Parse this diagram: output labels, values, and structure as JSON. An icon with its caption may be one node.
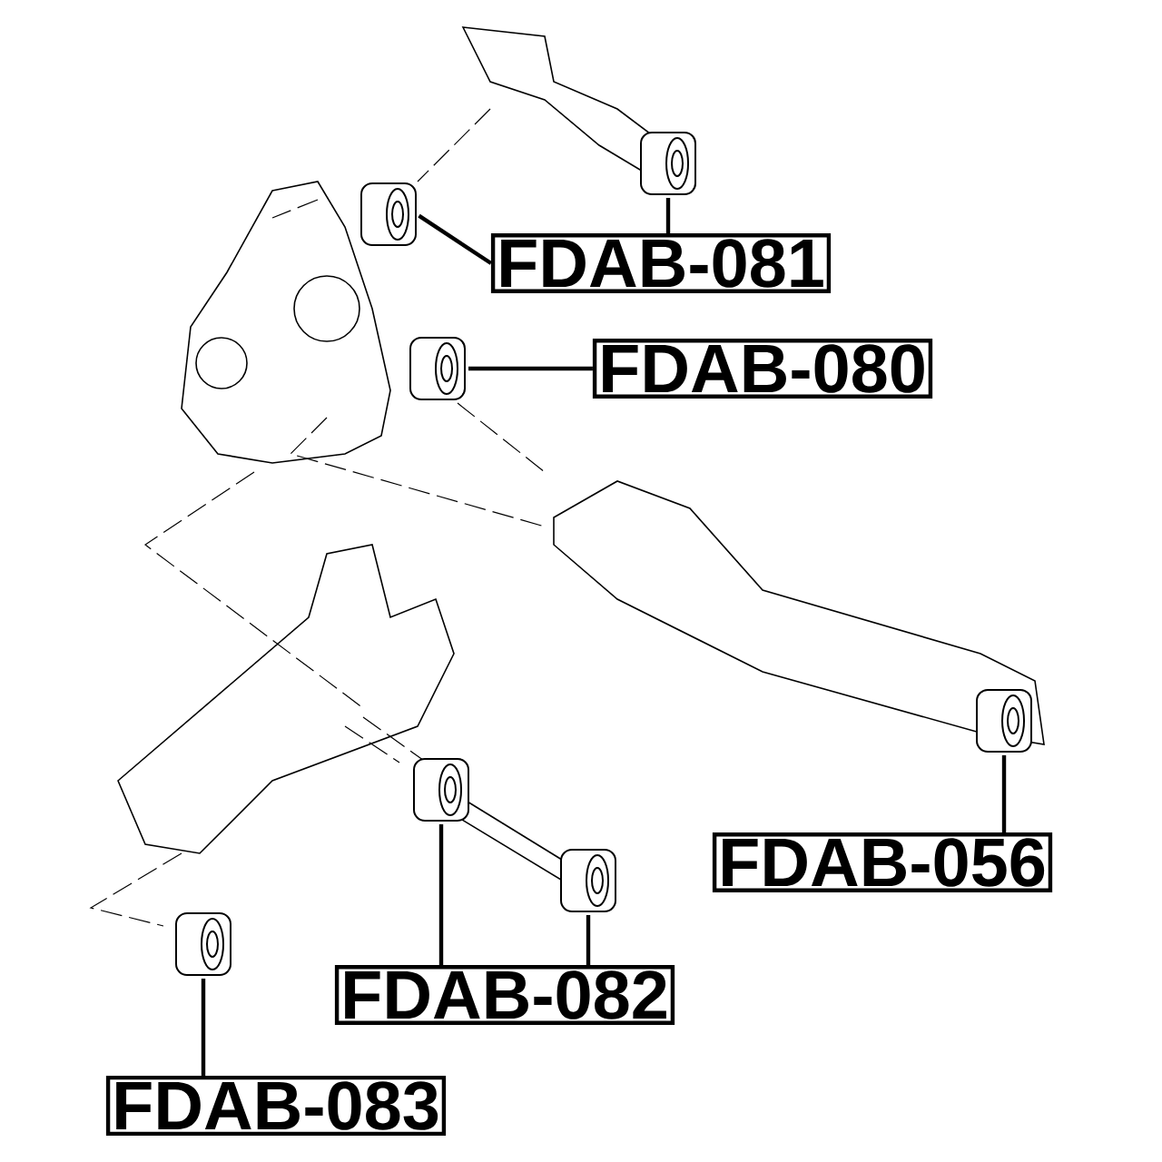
{
  "diagram": {
    "nodes": [
      {
        "text": [],
        "shape": "picture"
      },
      {
        "text": [],
        "shape": "picture"
      },
      {
        "text": [
          "FDAB-081"
        ]
      },
      {
        "text": [],
        "shape": "picture"
      },
      {
        "text": [
          "FDAB-080"
        ]
      },
      {
        "text": [],
        "shape": "picture"
      },
      {
        "text": [
          "FDAB-056"
        ]
      },
      {
        "text": [],
        "shape": "picture"
      },
      {
        "text": [],
        "shape": "picture"
      },
      {
        "text": [
          "FDAB-082"
        ]
      },
      {
        "text": [],
        "shape": "picture"
      },
      {
        "text": [
          "FDAB-083"
        ]
      }
    ],
    "edges": [
      {
        "from": 2,
        "to": 0,
        "arrow": "none"
      },
      {
        "from": 2,
        "to": 1,
        "arrow": "none"
      },
      {
        "from": 4,
        "to": 3,
        "arrow": "none"
      },
      {
        "from": 6,
        "to": 5,
        "arrow": "none"
      },
      {
        "from": 9,
        "to": 7,
        "arrow": "none"
      },
      {
        "from": 9,
        "to": 8,
        "arrow": "none"
      },
      {
        "from": 11,
        "to": 10,
        "arrow": "none"
      }
    ]
  }
}
